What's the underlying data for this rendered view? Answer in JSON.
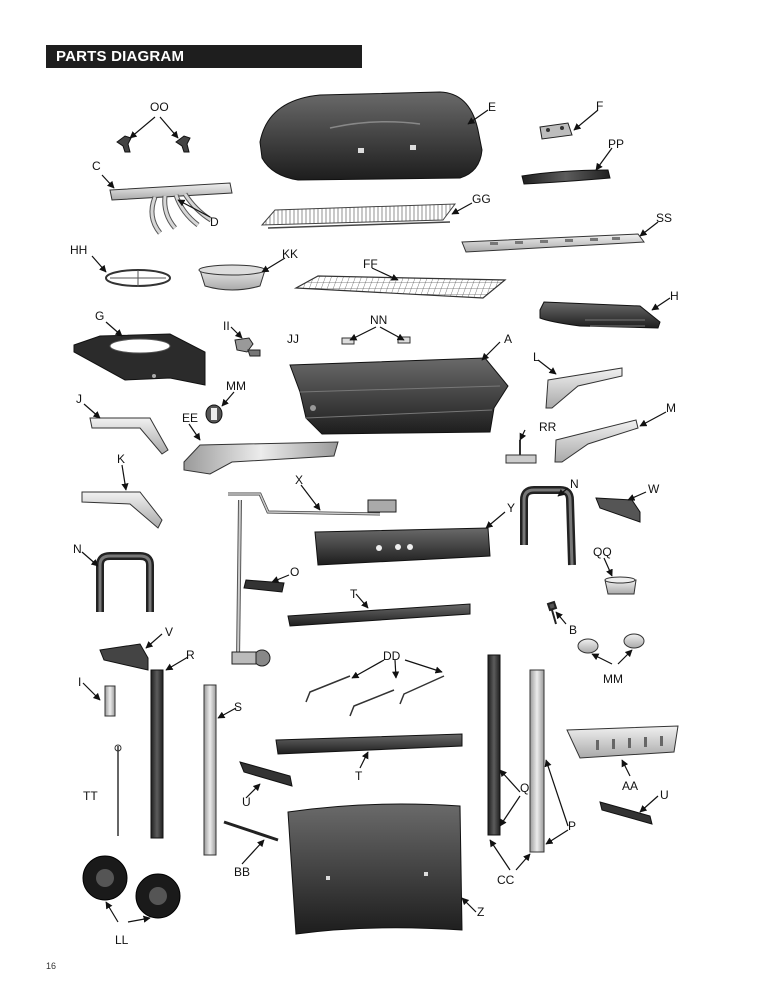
{
  "header": {
    "title": "PARTS DIAGRAM"
  },
  "page_number": "16",
  "callouts": {
    "A": "A",
    "B": "B",
    "C": "C",
    "D": "D",
    "E": "E",
    "F": "F",
    "G": "G",
    "H": "H",
    "I": "I",
    "J": "J",
    "K": "K",
    "L": "L",
    "M": "M",
    "N1": "N",
    "N2": "N",
    "O": "O",
    "P": "P",
    "Q": "Q",
    "R": "R",
    "S": "S",
    "T1": "T",
    "T2": "T",
    "U1": "U",
    "U2": "U",
    "V": "V",
    "W": "W",
    "X": "X",
    "Y": "Y",
    "Z": "Z",
    "AA": "AA",
    "BB": "BB",
    "CC": "CC",
    "DD": "DD",
    "EE": "EE",
    "FF": "FF",
    "GG": "GG",
    "HH": "HH",
    "II": "II",
    "JJ": "JJ",
    "KK": "KK",
    "LL": "LL",
    "MM1": "MM",
    "MM2": "MM",
    "NN": "NN",
    "OO": "OO",
    "PP": "PP",
    "QQ": "QQ",
    "RR": "RR",
    "SS": "SS",
    "TT": "TT"
  }
}
